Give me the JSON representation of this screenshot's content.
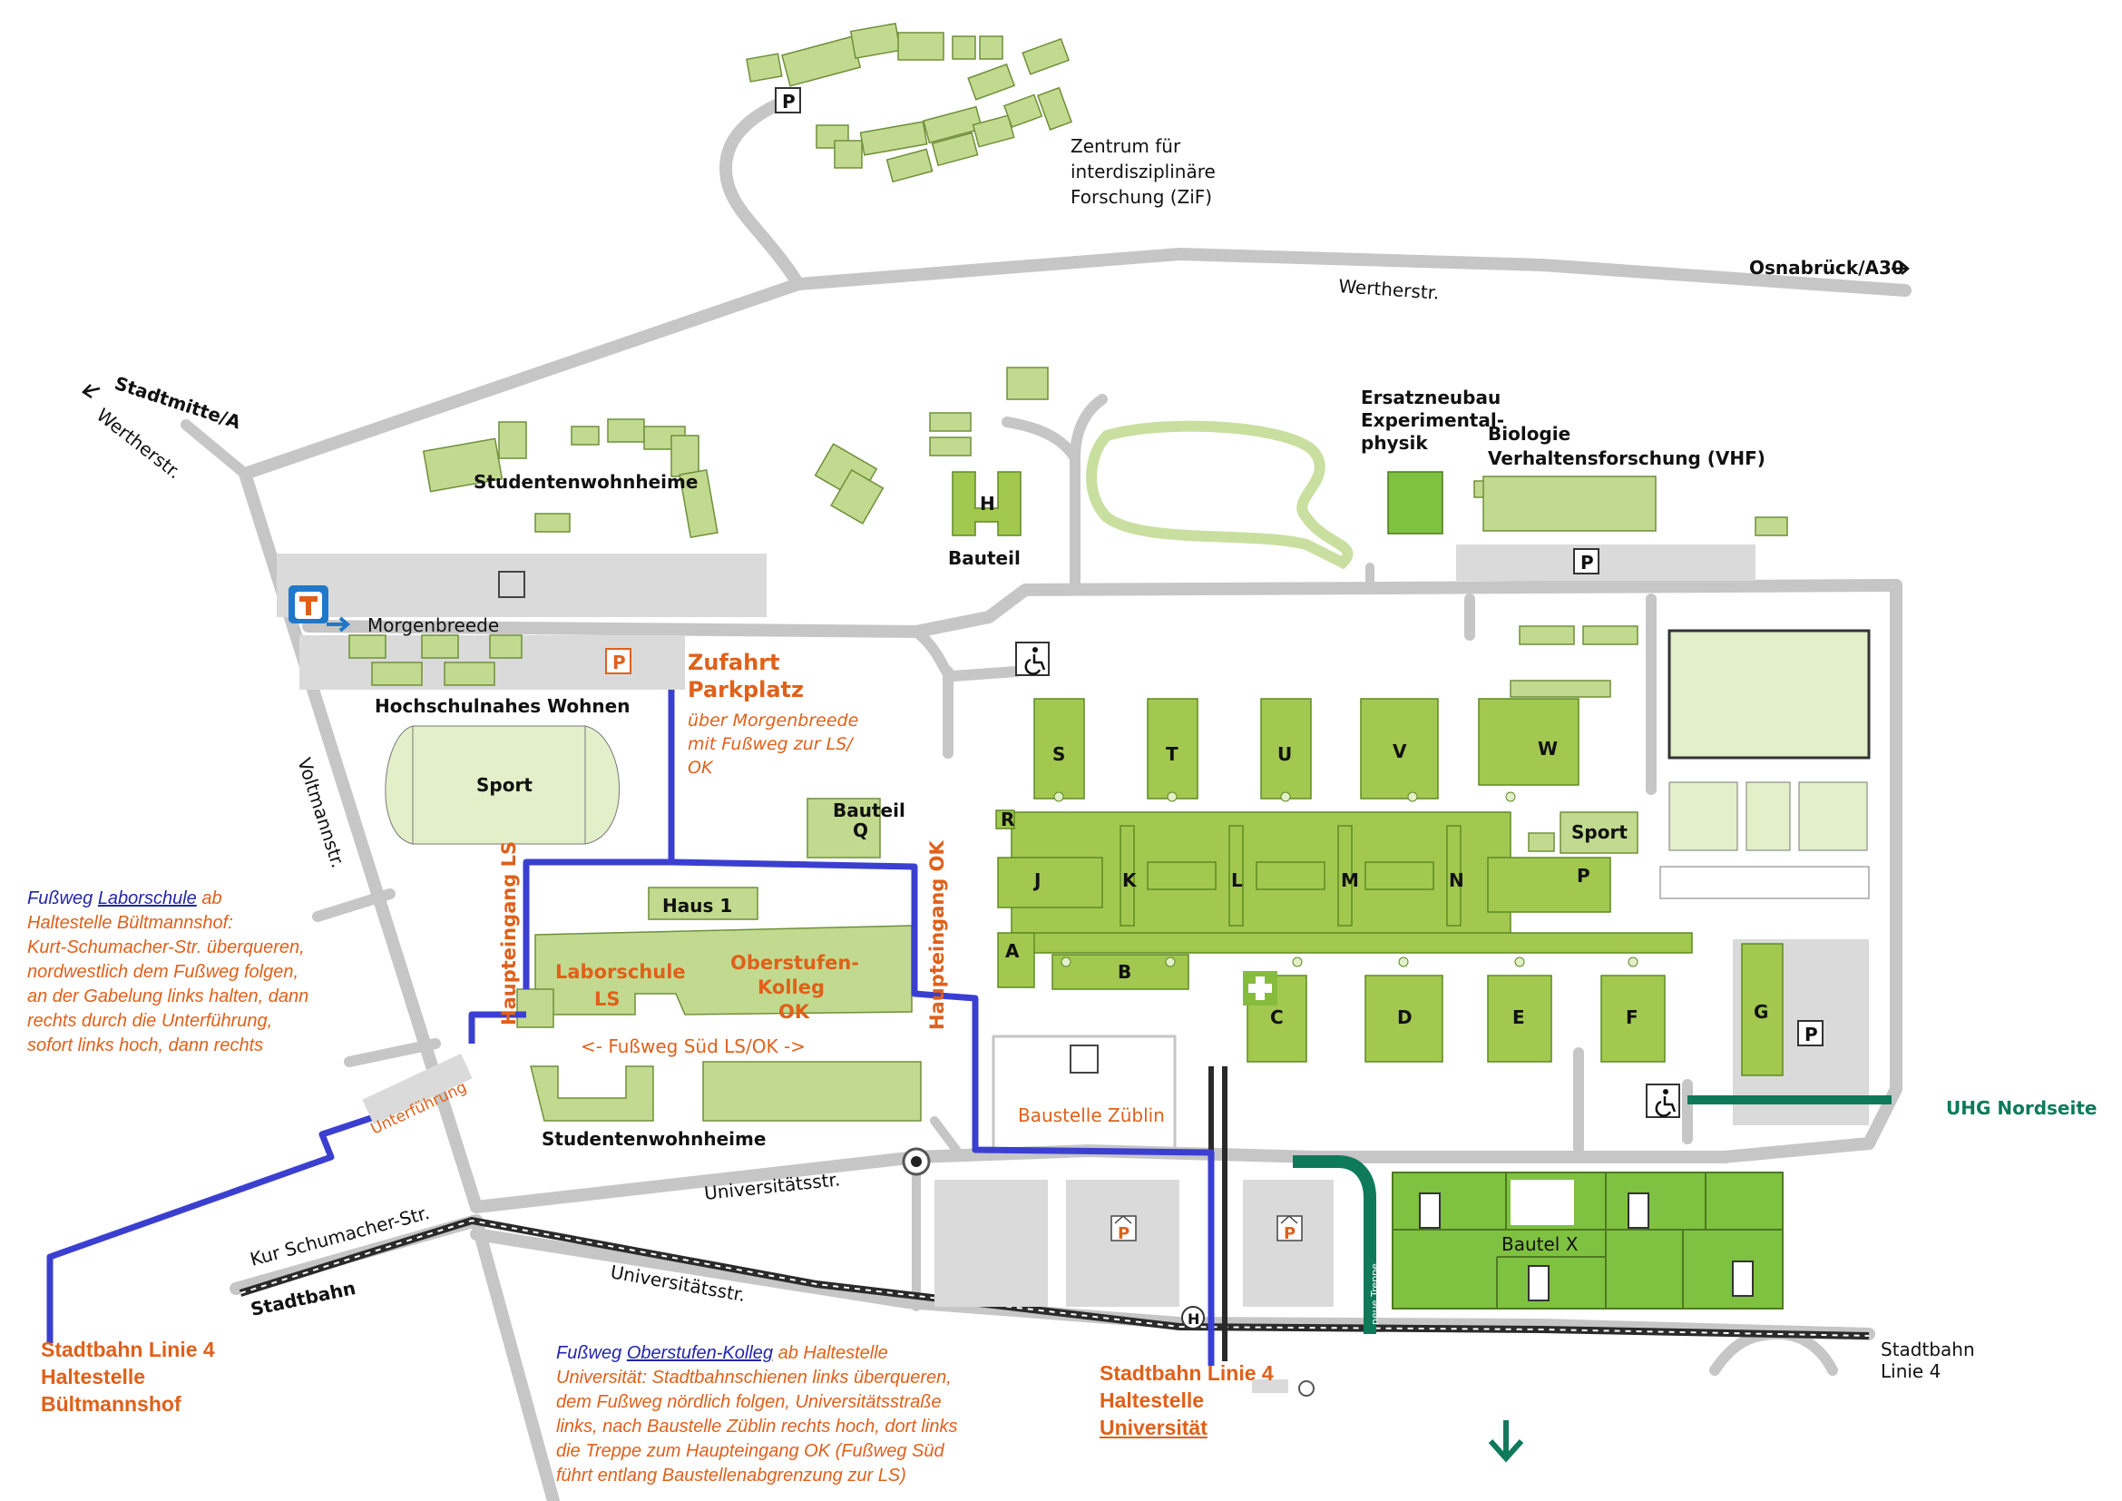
{
  "colors": {
    "road": "#c6c6c6",
    "building": "#b7d47f",
    "building_dark": "#86bc3d",
    "building_mid": "#a2c850",
    "parking": "#dadada",
    "blue_path": "#3b3fd0",
    "orange": "#e0601a",
    "uhg": "#0e7a5a"
  },
  "labels": {
    "zif": [
      "Zentrum für",
      "interdisziplinäre",
      "Forschung (ZiF)"
    ],
    "osnabrueck": "Osnabrück/A30",
    "werther_top": "Wertherstr.",
    "stadtmitte": "Stadtmitte/A",
    "werther_left": "Wertherstr.",
    "studentenwohnheime_top": "Studentenwohnheime",
    "bauteil_h": "Bauteil",
    "h": "H",
    "ersatzneubau": [
      "Ersatzneubau",
      "Experimental-",
      "physik"
    ],
    "biologie": [
      "Biologie",
      "Verhaltensforschung (VHF)"
    ],
    "morgenbreede": "Morgenbreede",
    "hochschulnahes": "Hochschulnahes Wohnen",
    "sport_left": "Sport",
    "voltmann": "Voltmannstr.",
    "zufahrt": [
      "Zufahrt",
      "Parkplatz"
    ],
    "zufahrt_sub": [
      "über  Morgenbreede",
      "mit Fußweg zur LS/",
      "OK"
    ],
    "bauteil_q": [
      "Bauteil",
      "Q"
    ],
    "haupteingang_ls": "Haupteingang LS",
    "haupteingang_ok": "Haupteingang OK",
    "haus1": "Haus 1",
    "laborschule": [
      "Laborschule",
      "LS"
    ],
    "oberstufen": [
      "Oberstufen-",
      "Kolleg",
      "OK"
    ],
    "fussweg_sued": "<-  Fußweg Süd LS/OK  ->",
    "studentenwohnheime_bottom": "Studentenwohnheime",
    "unterfuehrung": "Unterführung",
    "baustelle": "Baustelle Züblin",
    "uhg": "UHG Nordseite",
    "universitaetsstr_1": "Universitätsstr.",
    "universitaetsstr_2": "Universitätsstr.",
    "kurt": "Kur  Schumacher-Str.",
    "stadtbahn": "Stadtbahn",
    "stadtbahn_right": [
      "Stadtbahn",
      "Linie 4"
    ],
    "bauteil_x": "Bautel X",
    "sport_right": "Sport",
    "p": "P",
    "h_circle": "H",
    "treppe": "neue Treppe",
    "building_letters": {
      "S": "S",
      "T": "T",
      "U": "U",
      "V": "V",
      "W": "W",
      "R": "R",
      "J": "J",
      "K": "K",
      "L": "L",
      "M": "M",
      "N": "N",
      "P": "P",
      "A": "A",
      "B": "B",
      "C": "C",
      "D": "D",
      "E": "E",
      "F": "F",
      "G": "G"
    }
  },
  "notes": {
    "laborschule": {
      "lead_prefix": "Fußweg ",
      "lead_link": "Laborschule",
      "lead_suffix": " ab",
      "lines": [
        "Haltestelle Bültmannshof:",
        "Kurt-Schumacher-Str. überqueren,",
        "nordwestlich dem Fußweg folgen,",
        "an der Gabelung links halten, dann",
        "rechts durch die Unterführung,",
        "sofort links hoch, dann rechts"
      ]
    },
    "oberstufen": {
      "lead_prefix": "Fußweg ",
      "lead_link": "Oberstufen-Kolleg",
      "lead_suffix": " ab Haltestelle",
      "lines": [
        "Universität: Stadtbahnschienen links überqueren,",
        "dem Fußweg nördlich folgen, Universitätsstraße",
        "links, nach Baustelle Züblin rechts hoch, dort links",
        "die Treppe zum Haupteingang OK (Fußweg Süd",
        "führt entlang Baustellenabgrenzung zur LS)"
      ]
    }
  },
  "stops": {
    "bueltmannshof": [
      "Stadtbahn Linie 4",
      "Haltestelle",
      "Bültmannshof"
    ],
    "universitaet": [
      "Stadtbahn Linie 4",
      "Haltestelle",
      "Universität"
    ]
  }
}
